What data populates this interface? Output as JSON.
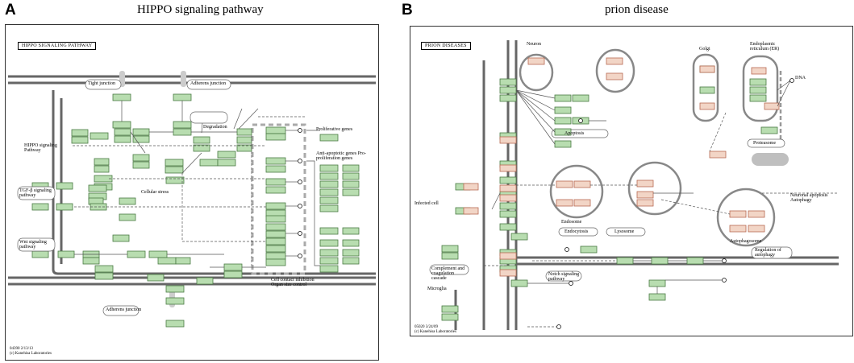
{
  "panel_a": {
    "letter": "A",
    "title": "HIPPO signaling pathway",
    "header": "HIPPO SIGNALING PATHWAY",
    "footer_code": "04390 2/13/13",
    "footer_copyright": "(c) Kanehisa Laboratories",
    "labels": {
      "tight_junction": "Tight junction",
      "adherens_top": "Adherens junction",
      "adherens_bottom": "Adherens junction",
      "tgf": "TGF-β signaling pathway",
      "wnt": "Wnt signaling pathway",
      "hippo_sig": "HIPPO signaling Pathway",
      "cell_stress": "Cellular stress",
      "proliferation": "Proliferative genes",
      "antiapoptotic": "Anti-apoptotic genes Pro-proliferation genes",
      "contact_inhibition": "Cell contact inhibition Organ size control",
      "degradation": "Degradation"
    }
  },
  "panel_b": {
    "letter": "B",
    "title": "prion disease",
    "header": "PRION DISEASES",
    "footer_code": "05020 3/24/09",
    "footer_copyright": "(c) Kanehisa Laboratories",
    "labels": {
      "neuron": "Neuron",
      "golgi": "Golgi",
      "er": "Endoplasmic reticulum (ER)",
      "dna": "DNA",
      "endosome": "Endosome",
      "lysosome": "Lysosome",
      "endocytosis": "Endocytosis",
      "apoptosis": "Apoptosis",
      "proteasome": "Proteasome",
      "autophagosome": "Autophagosome",
      "microglia": "Microglia",
      "infected_cell": "Infected cell",
      "neuronal_apoptosis": "Neuronal apoptosis Autophagy",
      "complement_cascade": "Complement and coagulation cascade",
      "regulation_autophagy": "Regulation of autophagy",
      "notch": "Notch signaling pathway"
    }
  }
}
